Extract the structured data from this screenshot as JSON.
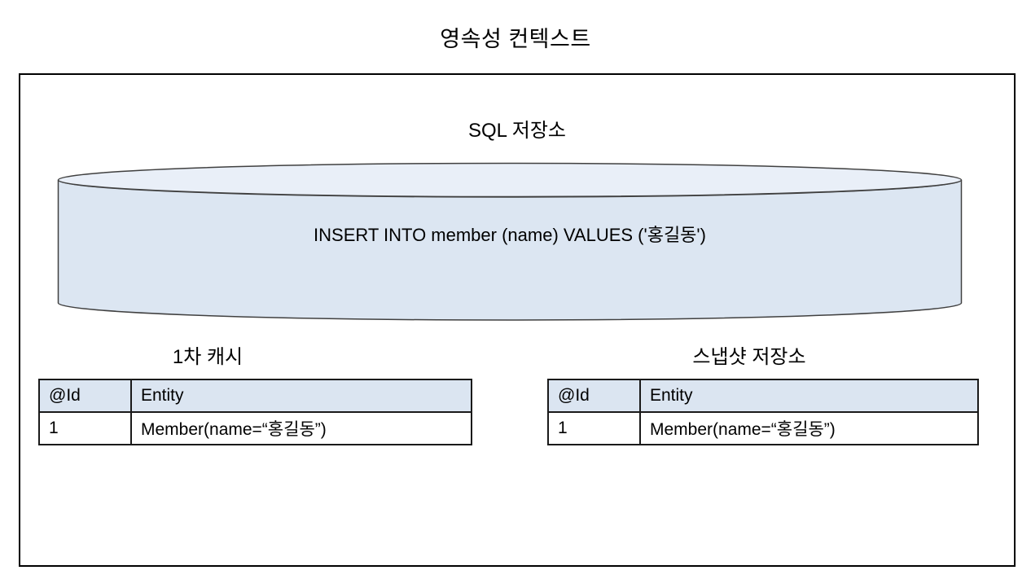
{
  "title": "영속성 컨텍스트",
  "sql_store": {
    "label": "SQL 저장소",
    "query": "INSERT INTO member (name) VALUES ('홍길동')"
  },
  "first_level_cache": {
    "label": "1차 캐시",
    "columns": [
      "@Id",
      "Entity"
    ],
    "rows": [
      [
        "1",
        "Member(name=“홍길동”)"
      ]
    ]
  },
  "snapshot_store": {
    "label": "스냅샷 저장소",
    "columns": [
      "@Id",
      "Entity"
    ],
    "rows": [
      [
        "1",
        "Member(name=“홍길동”)"
      ]
    ]
  },
  "colors": {
    "cylinder_body": "#dce6f2",
    "cylinder_top": "#e9eff8",
    "table_header_bg": "#dbe5f1",
    "outline": "#000000"
  }
}
